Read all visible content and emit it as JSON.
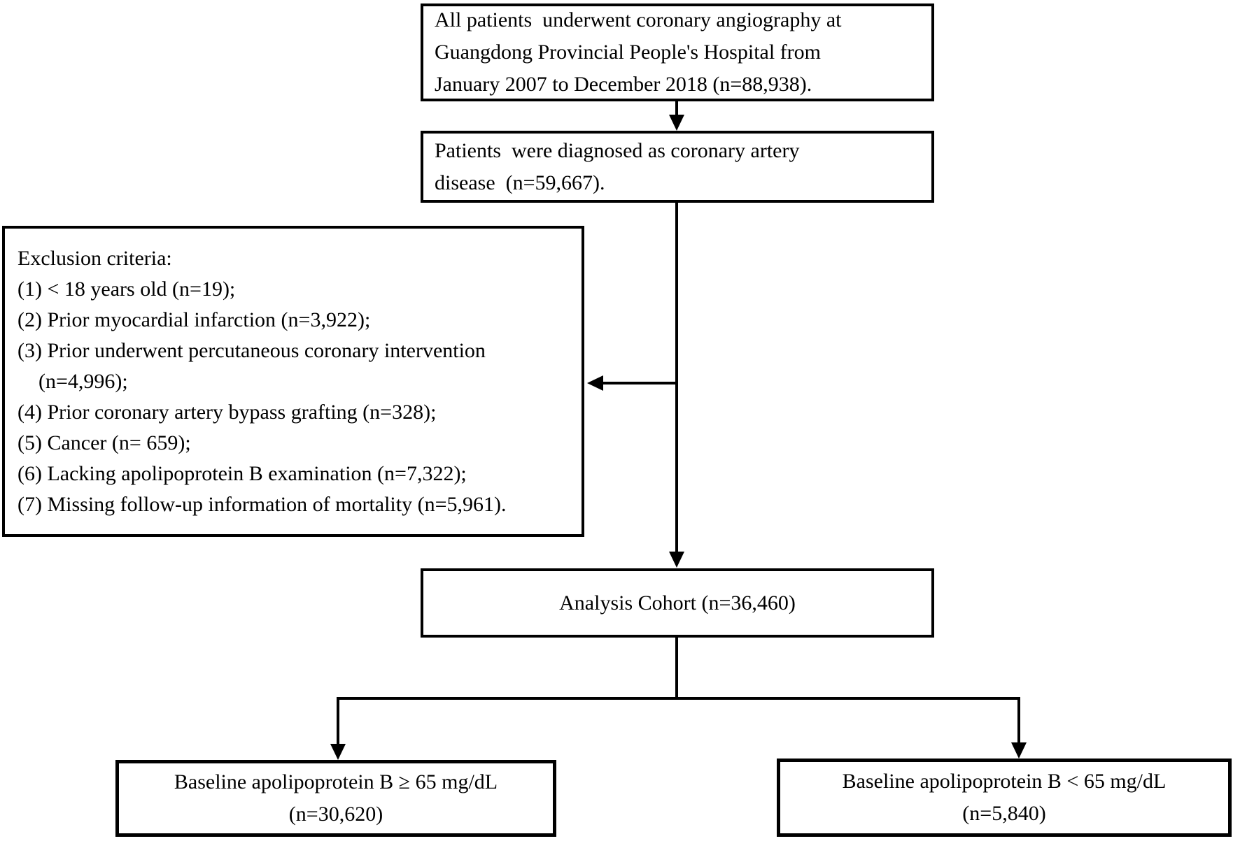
{
  "diagram": {
    "title": "Patient selection flowchart",
    "background_color": "#ffffff",
    "line_color": "#000000",
    "text_color": "#000000",
    "boxes": {
      "total": {
        "text": "All patients  underwent coronary angiography at\nGuangdong Provincial People's Hospital from\nJanuary 2007 to December 2018 (n=88,938).",
        "n": "88,938"
      },
      "diagnosed": {
        "text": "Patients  were diagnosed as coronary artery\ndisease  (n=59,667).",
        "n": "59,667"
      },
      "exclusion": {
        "text": "Exclusion criteria:\n(1) < 18 years old (n=19);\n(2) Prior myocardial infarction (n=3,922);\n(3) Prior underwent percutaneous coronary intervention\n    (n=4,996);\n(4) Prior coronary artery bypass grafting (n=328);\n(5) Cancer (n= 659);\n(6) Lacking apolipoprotein B examination (n=7,322);\n(7) Missing follow-up information of mortality (n=5,961).",
        "items_n": [
          "19",
          "3,922",
          "4,996",
          "328",
          "659",
          "7,322",
          "5,961"
        ]
      },
      "analysis": {
        "text": "Analysis Cohort (n=36,460)",
        "n": "36,460"
      },
      "apob_high": {
        "text": "Baseline apolipoprotein B ≥ 65 mg/dL\n(n=30,620)",
        "n": "30,620"
      },
      "apob_low": {
        "text": "Baseline apolipoprotein B < 65 mg/dL\n(n=5,840)",
        "n": "5,840"
      }
    }
  }
}
